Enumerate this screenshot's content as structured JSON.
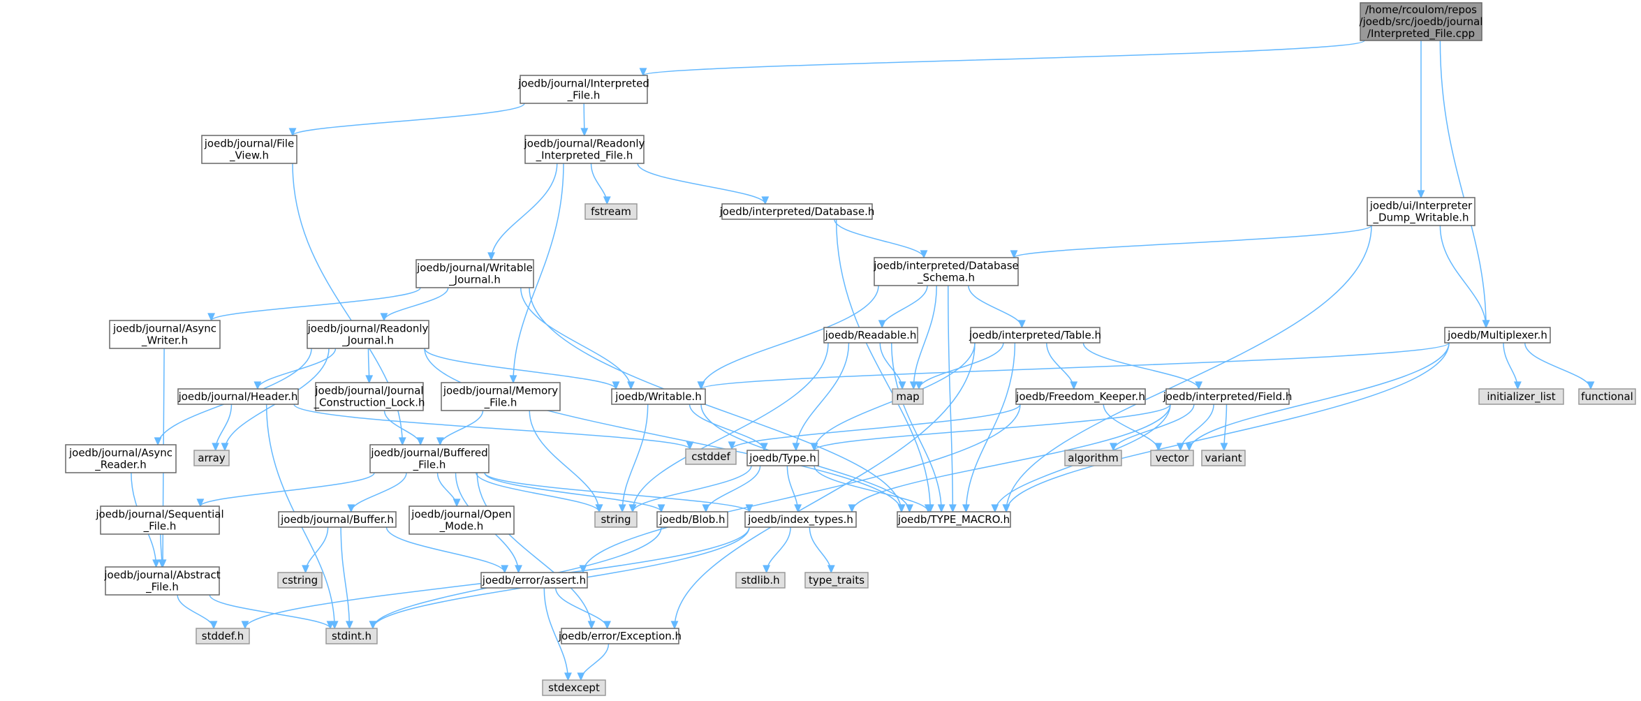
{
  "colors": {
    "edge": "#63b8ff",
    "node_fill": "#ffffff",
    "node_stroke": "#666666",
    "root_fill": "#999999",
    "root_stroke": "#666666",
    "system_fill": "#e0e0e0",
    "system_stroke": "#999999"
  },
  "nodes": [
    {
      "id": "root",
      "lines": [
        "/home/rcoulom/repos",
        "/joedb/src/joedb/journal",
        "/Interpreted_File.cpp"
      ],
      "kind": "root"
    },
    {
      "id": "j_interp",
      "lines": [
        "joedb/journal/Interpreted",
        "_File.h"
      ],
      "kind": "file"
    },
    {
      "id": "j_fileview",
      "lines": [
        "joedb/journal/File",
        "_View.h"
      ],
      "kind": "file"
    },
    {
      "id": "j_ro_interp",
      "lines": [
        "joedb/journal/Readonly",
        "_Interpreted_File.h"
      ],
      "kind": "file"
    },
    {
      "id": "fstream",
      "lines": [
        "fstream"
      ],
      "kind": "system"
    },
    {
      "id": "i_database",
      "lines": [
        "joedb/interpreted/Database.h"
      ],
      "kind": "file"
    },
    {
      "id": "ui_dump",
      "lines": [
        "joedb/ui/Interpreter",
        "_Dump_Writable.h"
      ],
      "kind": "file"
    },
    {
      "id": "i_dbschema",
      "lines": [
        "joedb/interpreted/Database",
        "_Schema.h"
      ],
      "kind": "file"
    },
    {
      "id": "j_writable",
      "lines": [
        "joedb/journal/Writable",
        "_Journal.h"
      ],
      "kind": "file"
    },
    {
      "id": "j_async_w",
      "lines": [
        "joedb/journal/Async",
        "_Writer.h"
      ],
      "kind": "file"
    },
    {
      "id": "j_ro_journal",
      "lines": [
        "joedb/journal/Readonly",
        "_Journal.h"
      ],
      "kind": "file"
    },
    {
      "id": "readable",
      "lines": [
        "joedb/Readable.h"
      ],
      "kind": "file"
    },
    {
      "id": "i_table",
      "lines": [
        "joedb/interpreted/Table.h"
      ],
      "kind": "file"
    },
    {
      "id": "multiplexer",
      "lines": [
        "joedb/Multiplexer.h"
      ],
      "kind": "file"
    },
    {
      "id": "j_header",
      "lines": [
        "joedb/journal/Header.h"
      ],
      "kind": "file"
    },
    {
      "id": "j_jcl",
      "lines": [
        "joedb/journal/Journal",
        "_Construction_Lock.h"
      ],
      "kind": "file"
    },
    {
      "id": "j_memory",
      "lines": [
        "joedb/journal/Memory",
        "_File.h"
      ],
      "kind": "file"
    },
    {
      "id": "writable",
      "lines": [
        "joedb/Writable.h"
      ],
      "kind": "file"
    },
    {
      "id": "map",
      "lines": [
        "map"
      ],
      "kind": "system"
    },
    {
      "id": "freedom",
      "lines": [
        "joedb/Freedom_Keeper.h"
      ],
      "kind": "file"
    },
    {
      "id": "i_field",
      "lines": [
        "joedb/interpreted/Field.h"
      ],
      "kind": "file"
    },
    {
      "id": "initlist",
      "lines": [
        "initializer_list"
      ],
      "kind": "system"
    },
    {
      "id": "functional",
      "lines": [
        "functional"
      ],
      "kind": "system"
    },
    {
      "id": "j_async_r",
      "lines": [
        "joedb/journal/Async",
        "_Reader.h"
      ],
      "kind": "file"
    },
    {
      "id": "array",
      "lines": [
        "array"
      ],
      "kind": "system"
    },
    {
      "id": "j_buffered",
      "lines": [
        "joedb/journal/Buffered",
        "_File.h"
      ],
      "kind": "file"
    },
    {
      "id": "cstddef",
      "lines": [
        "cstddef"
      ],
      "kind": "system"
    },
    {
      "id": "type",
      "lines": [
        "joedb/Type.h"
      ],
      "kind": "file"
    },
    {
      "id": "algorithm",
      "lines": [
        "algorithm"
      ],
      "kind": "system"
    },
    {
      "id": "vector",
      "lines": [
        "vector"
      ],
      "kind": "system"
    },
    {
      "id": "variant",
      "lines": [
        "variant"
      ],
      "kind": "system"
    },
    {
      "id": "j_sequential",
      "lines": [
        "joedb/journal/Sequential",
        "_File.h"
      ],
      "kind": "file"
    },
    {
      "id": "j_buffer",
      "lines": [
        "joedb/journal/Buffer.h"
      ],
      "kind": "file"
    },
    {
      "id": "j_open",
      "lines": [
        "joedb/journal/Open",
        "_Mode.h"
      ],
      "kind": "file"
    },
    {
      "id": "string",
      "lines": [
        "string"
      ],
      "kind": "system"
    },
    {
      "id": "blob",
      "lines": [
        "joedb/Blob.h"
      ],
      "kind": "file"
    },
    {
      "id": "index_types",
      "lines": [
        "joedb/index_types.h"
      ],
      "kind": "file"
    },
    {
      "id": "type_macro",
      "lines": [
        "joedb/TYPE_MACRO.h"
      ],
      "kind": "file"
    },
    {
      "id": "j_abstract",
      "lines": [
        "joedb/journal/Abstract",
        "_File.h"
      ],
      "kind": "file"
    },
    {
      "id": "cstring",
      "lines": [
        "cstring"
      ],
      "kind": "system"
    },
    {
      "id": "assert",
      "lines": [
        "joedb/error/assert.h"
      ],
      "kind": "file"
    },
    {
      "id": "stdlib",
      "lines": [
        "stdlib.h"
      ],
      "kind": "system"
    },
    {
      "id": "type_traits",
      "lines": [
        "type_traits"
      ],
      "kind": "system"
    },
    {
      "id": "stddef",
      "lines": [
        "stddef.h"
      ],
      "kind": "system"
    },
    {
      "id": "stdint",
      "lines": [
        "stdint.h"
      ],
      "kind": "system"
    },
    {
      "id": "exception",
      "lines": [
        "joedb/error/Exception.h"
      ],
      "kind": "file"
    },
    {
      "id": "stdexcept",
      "lines": [
        "stdexcept"
      ],
      "kind": "system"
    }
  ],
  "edges": [
    [
      "root",
      "j_interp"
    ],
    [
      "root",
      "ui_dump"
    ],
    [
      "root",
      "multiplexer"
    ],
    [
      "j_interp",
      "j_fileview"
    ],
    [
      "j_interp",
      "j_ro_interp"
    ],
    [
      "j_fileview",
      "j_buffered"
    ],
    [
      "j_ro_interp",
      "fstream"
    ],
    [
      "j_ro_interp",
      "i_database"
    ],
    [
      "j_ro_interp",
      "j_writable"
    ],
    [
      "j_ro_interp",
      "j_memory"
    ],
    [
      "i_database",
      "i_dbschema"
    ],
    [
      "i_database",
      "type_macro"
    ],
    [
      "ui_dump",
      "i_dbschema"
    ],
    [
      "ui_dump",
      "multiplexer"
    ],
    [
      "ui_dump",
      "type_macro"
    ],
    [
      "i_dbschema",
      "writable"
    ],
    [
      "i_dbschema",
      "readable"
    ],
    [
      "i_dbschema",
      "map"
    ],
    [
      "i_dbschema",
      "i_table"
    ],
    [
      "i_dbschema",
      "type_macro"
    ],
    [
      "j_writable",
      "j_async_w"
    ],
    [
      "j_writable",
      "j_ro_journal"
    ],
    [
      "j_writable",
      "writable"
    ],
    [
      "j_writable",
      "type_macro"
    ],
    [
      "j_async_w",
      "j_abstract"
    ],
    [
      "j_ro_journal",
      "j_async_r"
    ],
    [
      "j_ro_journal",
      "array"
    ],
    [
      "j_ro_journal",
      "j_header"
    ],
    [
      "j_ro_journal",
      "j_jcl"
    ],
    [
      "j_ro_journal",
      "writable"
    ],
    [
      "j_ro_journal",
      "type_macro"
    ],
    [
      "readable",
      "type"
    ],
    [
      "readable",
      "map"
    ],
    [
      "readable",
      "string"
    ],
    [
      "readable",
      "type_macro"
    ],
    [
      "i_table",
      "map"
    ],
    [
      "i_table",
      "freedom"
    ],
    [
      "i_table",
      "i_field"
    ],
    [
      "i_table",
      "type"
    ],
    [
      "i_table",
      "type_macro"
    ],
    [
      "i_table",
      "exception"
    ],
    [
      "multiplexer",
      "writable"
    ],
    [
      "multiplexer",
      "initlist"
    ],
    [
      "multiplexer",
      "functional"
    ],
    [
      "multiplexer",
      "vector"
    ],
    [
      "multiplexer",
      "type_macro"
    ],
    [
      "j_header",
      "array"
    ],
    [
      "j_header",
      "cstddef"
    ],
    [
      "j_header",
      "stdint"
    ],
    [
      "j_jcl",
      "j_buffered"
    ],
    [
      "j_memory",
      "j_buffered"
    ],
    [
      "j_memory",
      "string"
    ],
    [
      "writable",
      "type"
    ],
    [
      "writable",
      "string"
    ],
    [
      "writable",
      "type_macro"
    ],
    [
      "freedom",
      "cstddef"
    ],
    [
      "freedom",
      "vector"
    ],
    [
      "freedom",
      "assert"
    ],
    [
      "i_field",
      "type"
    ],
    [
      "i_field",
      "index_types"
    ],
    [
      "i_field",
      "algorithm"
    ],
    [
      "i_field",
      "vector"
    ],
    [
      "i_field",
      "variant"
    ],
    [
      "i_field",
      "type_macro"
    ],
    [
      "j_async_r",
      "j_abstract"
    ],
    [
      "j_buffered",
      "j_sequential"
    ],
    [
      "j_buffered",
      "j_buffer"
    ],
    [
      "j_buffered",
      "j_open"
    ],
    [
      "j_buffered",
      "string"
    ],
    [
      "j_buffered",
      "blob"
    ],
    [
      "j_buffered",
      "index_types"
    ],
    [
      "j_buffered",
      "assert"
    ],
    [
      "j_buffered",
      "exception"
    ],
    [
      "type",
      "string"
    ],
    [
      "type",
      "blob"
    ],
    [
      "type",
      "index_types"
    ],
    [
      "type",
      "type_macro"
    ],
    [
      "j_sequential",
      "j_abstract"
    ],
    [
      "j_buffer",
      "cstring"
    ],
    [
      "j_buffer",
      "stdint"
    ],
    [
      "j_buffer",
      "assert"
    ],
    [
      "blob",
      "stdint"
    ],
    [
      "index_types",
      "stdlib"
    ],
    [
      "index_types",
      "type_traits"
    ],
    [
      "index_types",
      "stddef"
    ],
    [
      "index_types",
      "stdint"
    ],
    [
      "j_abstract",
      "stddef"
    ],
    [
      "j_abstract",
      "stdint"
    ],
    [
      "assert",
      "exception"
    ],
    [
      "assert",
      "stdexcept"
    ],
    [
      "exception",
      "stdexcept"
    ]
  ]
}
